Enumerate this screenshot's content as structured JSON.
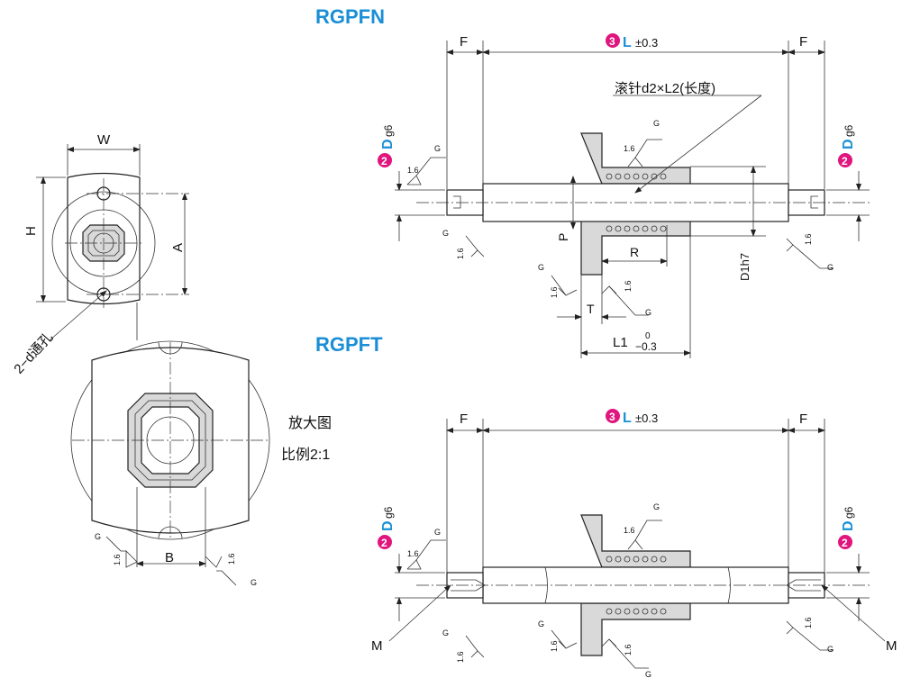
{
  "titles": {
    "rgpfn": "RGPFN",
    "rgpft": "RGPFT"
  },
  "dims": {
    "F": "F",
    "L_letter": "L",
    "L_tol": "±0.3",
    "W": "W",
    "H": "H",
    "A": "A",
    "B": "B",
    "P": "P",
    "R": "R",
    "T": "T",
    "D_letter": "D",
    "D_tol": "g6",
    "D1": "D1h7",
    "L1": "L1",
    "L1_tol_top": "0",
    "L1_tol_bottom": "−0.3",
    "M": "M"
  },
  "badges": {
    "two": "2",
    "three": "3"
  },
  "roller_note": "滚针d2×L2(长度)",
  "hole_note": "2−d通孔",
  "zoom_note": {
    "line1": "放大图",
    "line2": "比例2:1"
  },
  "surface": {
    "roughness": "1.6",
    "grade": "G"
  },
  "colors": {
    "accent": "#1a8fd6",
    "badge": "#e0157d",
    "part_fill": "#d9d9d9"
  }
}
